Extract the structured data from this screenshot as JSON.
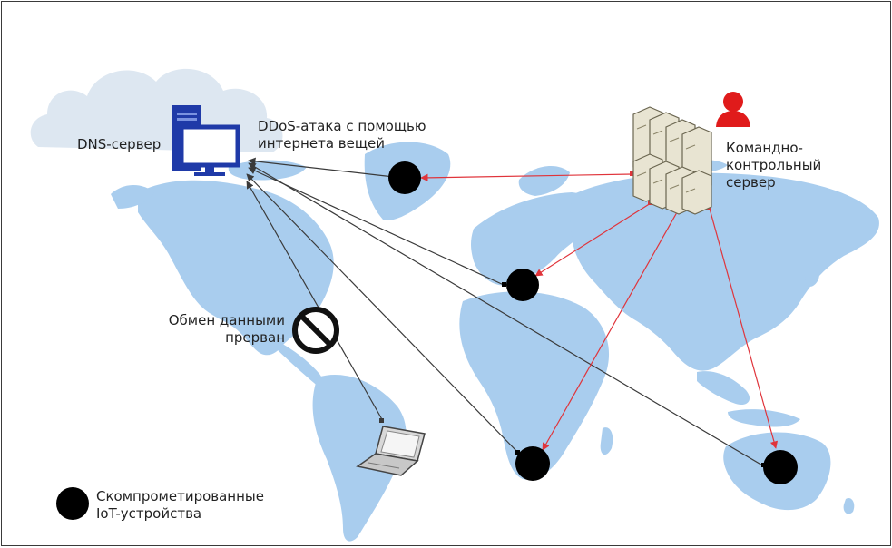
{
  "labels": {
    "dns_server": "DNS-сервер",
    "ddos_attack": "DDoS-атака с помощью\nинтернета вещей",
    "command_control": "Командно-\nконтрольный\nсервер",
    "exchange_interrupted": "Обмен данными\nпрерван",
    "legend_compromised": "Скомпрометированные\nIoT-устройства"
  },
  "icons": {
    "cloud": "cloud-icon",
    "dns_server": "dns-server-icon",
    "attacker": "attacker-person-icon",
    "server_cluster": "server-cluster-icon",
    "blocked": "prohibited-icon",
    "laptop": "laptop-icon",
    "device": "iot-device-icon"
  },
  "colors": {
    "map_land": "#a9cdee",
    "cloud": "#dde7f1",
    "dns_blue": "#1f3aa8",
    "attacker_red": "#e01b1b",
    "attack_line_red": "#e0343b",
    "traffic_line": "#3a3a3a",
    "device": "#000000"
  }
}
